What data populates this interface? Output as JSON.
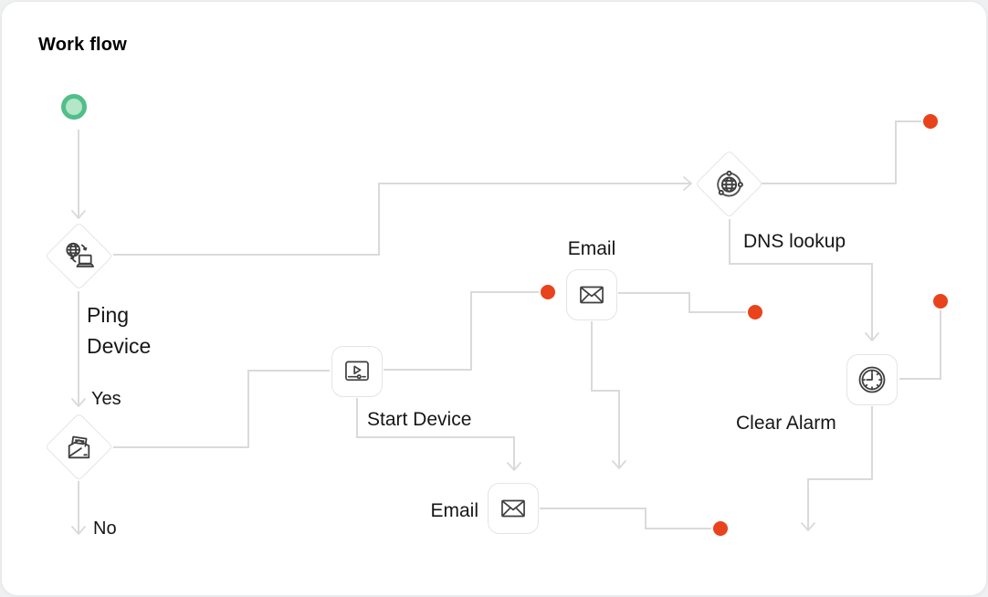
{
  "title": "Work flow",
  "colors": {
    "connector": "#dadada",
    "endpoint": "#e8431c",
    "start_ring": "#52be89",
    "start_fill": "#b4e6c8",
    "node_border": "#e4e4e4",
    "icon_stroke": "#3f3f3f"
  },
  "nodes": {
    "start": {
      "icon": "start-circle"
    },
    "ping_device": {
      "label": "Ping Device",
      "icon": "ping-device-icon"
    },
    "read_mail": {
      "icon": "read-mail-icon"
    },
    "start_device": {
      "label": "Start Device",
      "icon": "play-icon"
    },
    "email_top": {
      "label": "Email",
      "icon": "email-icon"
    },
    "email_bottom": {
      "label": "Email",
      "icon": "email-icon"
    },
    "dns_lookup": {
      "label": "DNS lookup",
      "icon": "globe-network-icon"
    },
    "clear_alarm": {
      "label": "Clear Alarm",
      "icon": "clock-icon"
    }
  },
  "branches": {
    "yes": "Yes",
    "no": "No"
  }
}
